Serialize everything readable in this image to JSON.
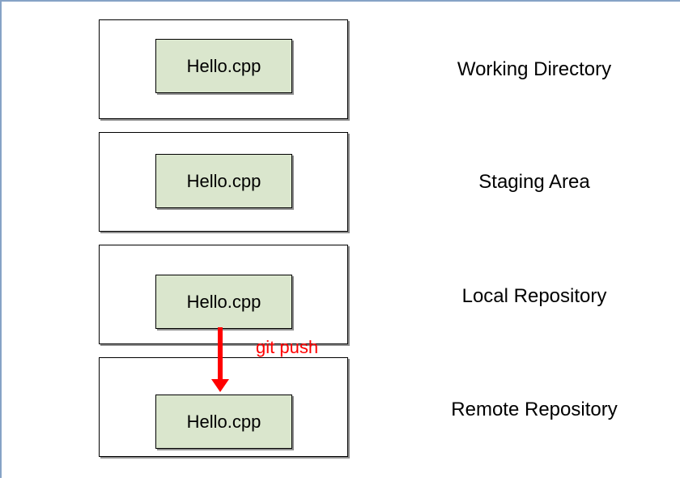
{
  "slide": {
    "background": "#ffffff",
    "border_color": "#86a3c6"
  },
  "colors": {
    "file_box_fill": "#dae6cd",
    "box_border": "#000000",
    "box_shadow": "#909090",
    "arrow_red": "#ff0000"
  },
  "stages": [
    {
      "label": "Working Directory",
      "file": "Hello.cpp"
    },
    {
      "label": "Staging Area",
      "file": "Hello.cpp"
    },
    {
      "label": "Local Repository",
      "file": "Hello.cpp"
    },
    {
      "label": "Remote Repository",
      "file": "Hello.cpp"
    }
  ],
  "arrow": {
    "label": "git push",
    "from": "Local Repository",
    "to": "Remote Repository"
  }
}
